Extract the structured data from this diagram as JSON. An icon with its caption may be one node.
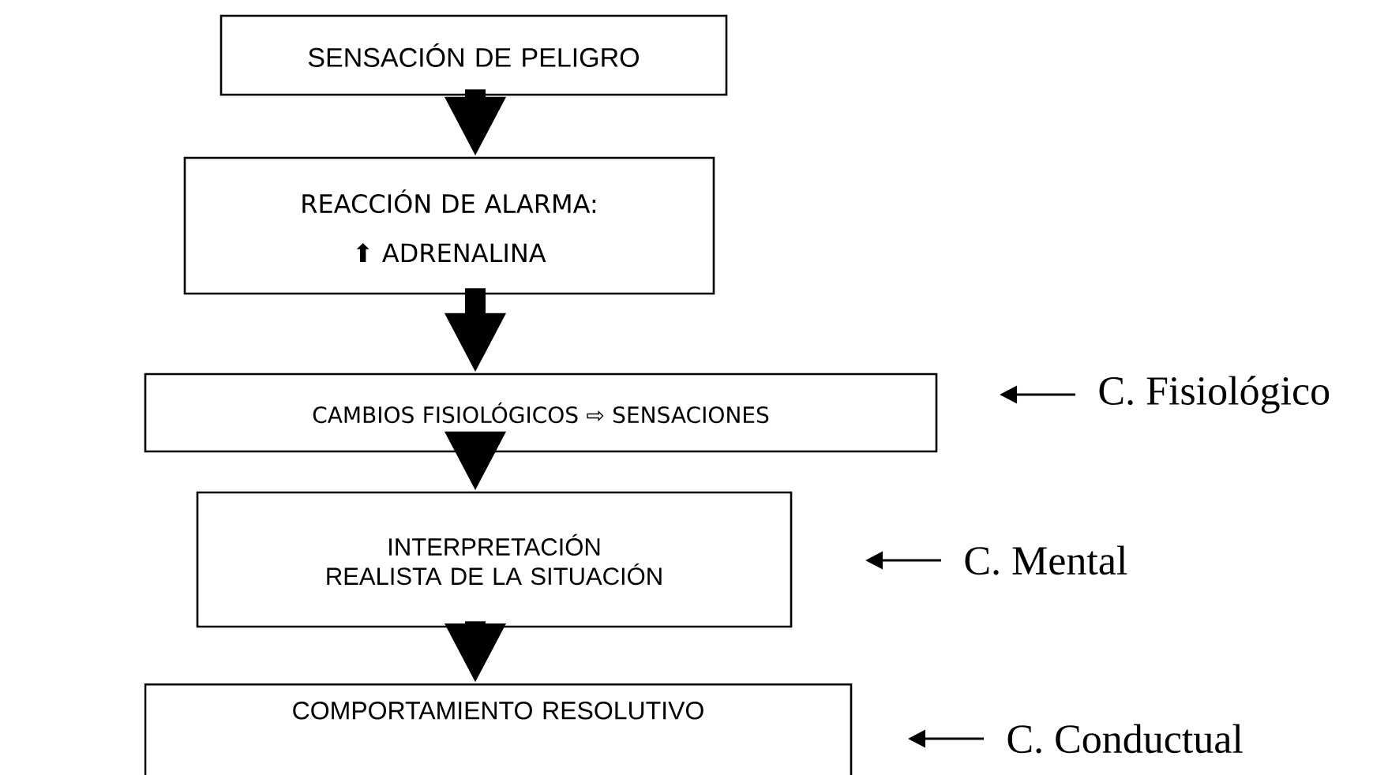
{
  "diagram": {
    "nodes": [
      {
        "text": [
          "SENSACIÓN DE PELIGRO"
        ]
      },
      {
        "text": [
          "REACCIÓN DE ALARMA:",
          "⬆ ADRENALINA"
        ]
      },
      {
        "text": [
          "CAMBIOS FISIOLÓGICOS ⇨ SENSACIONES"
        ]
      },
      {
        "text": [
          "INTERPRETACIÓN REALISTA DE LA SITUACIÓN"
        ]
      },
      {
        "text": [
          "COMPORTAMIENTO RESOLUTIVO"
        ]
      },
      {
        "text": [
          "C. Fisiológico"
        ]
      },
      {
        "text": [
          "C. Mental"
        ]
      },
      {
        "text": [
          "C. Conductual"
        ]
      }
    ],
    "edges": [
      {
        "from": 0,
        "to": 1,
        "arrow": "to",
        "style": "thick"
      },
      {
        "from": 1,
        "to": 2,
        "arrow": "to",
        "style": "thick"
      },
      {
        "from": 2,
        "to": 3,
        "arrow": "to",
        "style": "thick"
      },
      {
        "from": 3,
        "to": 4,
        "arrow": "to",
        "style": "thick"
      },
      {
        "from": 5,
        "to": null,
        "arrow": "to"
      },
      {
        "from": 6,
        "to": null,
        "arrow": "to"
      },
      {
        "from": 7,
        "to": null,
        "arrow": "to"
      }
    ]
  }
}
